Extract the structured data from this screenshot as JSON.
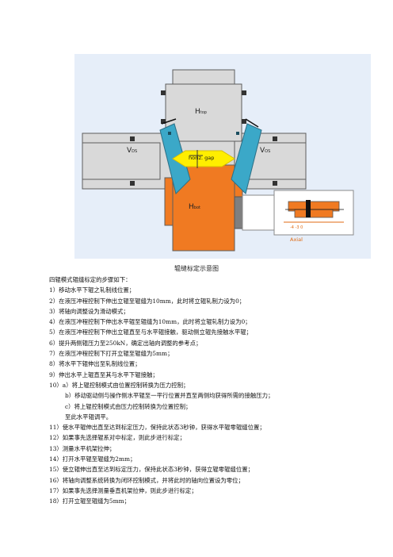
{
  "figure": {
    "labels": {
      "h_top": "H",
      "h_top_sub": "top",
      "v_ds": "V",
      "v_ds_sub": "DS",
      "v_os": "V",
      "v_os_sub": "OS",
      "h_bot": "H",
      "h_bot_sub": "bot",
      "horiz_gap": "horiz. gap",
      "axial": "Axial"
    },
    "colors": {
      "roll_gray": "#d9d9d9",
      "h_bot": "#f07a22",
      "edger_rolls": "#3ba8c8",
      "gap": "#ffee00",
      "outline": "#5d5d5d"
    }
  },
  "caption": "辊缝标定示意图",
  "intro": "四辊模式辊缝标定的步骤如下：",
  "steps": [
    "1）移动水平下辊之轧制线位置；",
    "2）在液压冲程控制下伸出立辊至辊缝为10mm，此时将立辊轧制力设为0；",
    "3）将轴向调整设为滑动模式；",
    "4）在液压冲程控制下伸出水平辊至辊缝为10mm，此时将立辊轧制力设为0；",
    "5）在液压冲程控制下伸出立辊直至与水平辊接触，驱动侧立辊先接触水平辊；",
    "6）提升两侧辊压力至250kN，确定出轴向调整的参考点；",
    "7）在液压冲程控制下打开立辊至辊缝为5mm；",
    "8）将水平下辊伸出至轧制线位置；",
    "9）伸出水平上辊直至其与水平下辊接触；",
    "10）a）将上辊控制模式由位置控制转换为压力控制；",
    "b）移动驱动侧与操作侧水平辊至一平行位置并直至两侧均获得所需的接触压力；",
    "c）将上辊控制模式由压力控制转换为位置控制；",
    "至此水平辊调平。",
    "11）使水平辊伸出直至达到标定压力，保持此状态3秒钟，获得水平辊零辊缝位置；",
    "12）如果事先选择辊系对中标定，则此步进行标定；",
    "13）测量水平机架拉伸；",
    "14）打开水平辊至辊缝为2mm；",
    "15）使立辊伸出直至达到标定压力，保持此状态3秒钟，获得立辊零辊缝位置；",
    "16）将轴向调整系统转换为闭环控制模式，并将此时的轴向位置设为零位；",
    "17）如果事先选择测量垂直机架拉伸，则此步进行标定；",
    "18）打开立辊至辊缝为5mm；"
  ]
}
